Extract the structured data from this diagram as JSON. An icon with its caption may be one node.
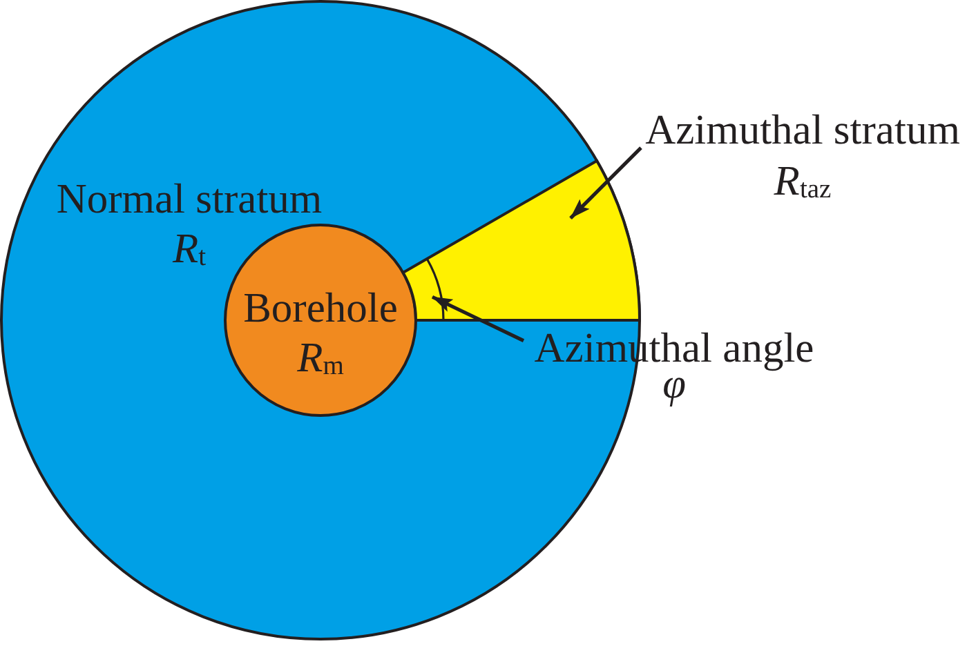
{
  "diagram": {
    "nodes": [
      {
        "text": [
          "Normal stratum",
          "R$_{t}$"
        ]
      },
      {
        "text": [
          "Borehole",
          "R$_{m}$"
        ],
        "in": 0
      },
      {
        "text": [],
        "shape": "sector",
        "in": 0
      },
      {
        "text": [],
        "shape": "arc",
        "in": 2
      },
      {
        "text": [
          "Azimuthal stratum",
          "R$_{taz}$"
        ]
      },
      {
        "text": [
          "Azimuthal angle",
          "φ"
        ]
      }
    ],
    "edges": [
      {
        "from": 4,
        "to": 2,
        "arrow": "to"
      },
      {
        "from": 5,
        "to": 3,
        "arrow": "to"
      }
    ]
  }
}
